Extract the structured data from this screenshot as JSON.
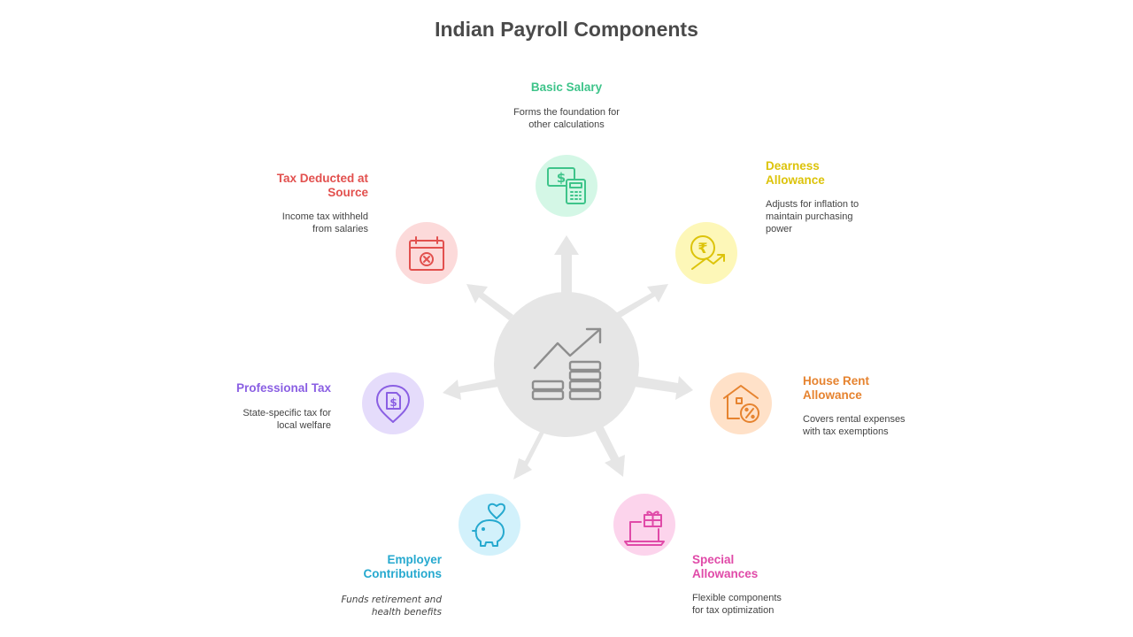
{
  "title": "Indian Payroll Components",
  "components": [
    {
      "label": "Basic Salary",
      "description": "Forms the foundation for other calculations",
      "color": "#3ec48a",
      "bg": "#d4f7e6",
      "icon": "money-calculator-icon"
    },
    {
      "label": "Dearness Allowance",
      "description": "Adjusts for inflation to maintain purchasing power",
      "color": "#dcc30a",
      "bg": "#fdf7b8",
      "icon": "rupee-growth-icon"
    },
    {
      "label": "House Rent Allowance",
      "description": "Covers rental expenses with tax exemptions",
      "color": "#e6832f",
      "bg": "#ffe1c8",
      "icon": "house-percent-icon"
    },
    {
      "label": "Special Allowances",
      "description": "Flexible components for tax optimization",
      "color": "#e04aa8",
      "bg": "#fcd4ec",
      "icon": "gift-laptop-icon"
    },
    {
      "label": "Employer Contributions",
      "description": "Funds retirement and health benefits",
      "color": "#26a9cf",
      "bg": "#d2f1fb",
      "icon": "piggy-bank-heart-icon"
    },
    {
      "label": "Professional Tax",
      "description": "State-specific tax for local welfare",
      "color": "#8a5fe3",
      "bg": "#e5dcfb",
      "icon": "location-dollar-icon"
    },
    {
      "label": "Tax Deducted at Source",
      "description": "Income tax withheld from salaries",
      "color": "#e2504e",
      "bg": "#fcdada",
      "icon": "calendar-cancel-icon"
    }
  ],
  "center": {
    "icon": "growth-coins-icon",
    "bg": "#e6e6e6",
    "arrow_color": "#e6e6e6"
  }
}
